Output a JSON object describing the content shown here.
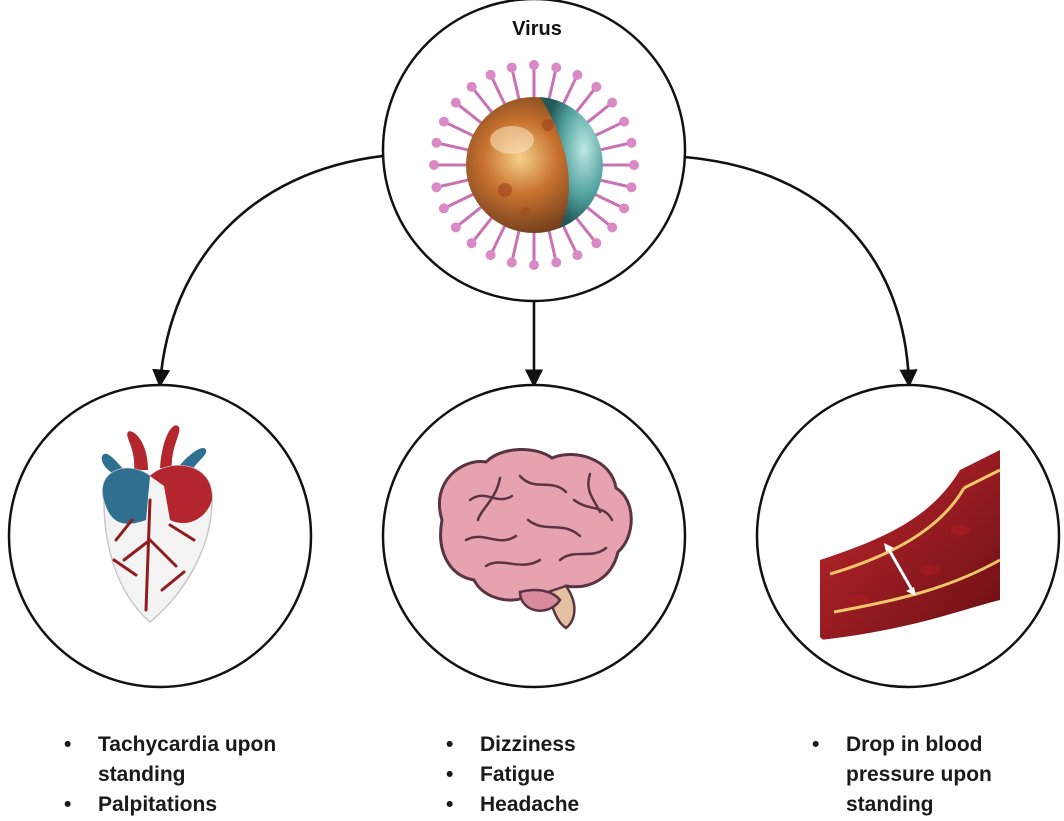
{
  "virus": {
    "title": "Virus",
    "icon": "virus-icon"
  },
  "nodes": [
    {
      "id": "heart",
      "icon": "heart-icon",
      "symptoms": [
        "Tachycardia upon standing",
        "Palpitations"
      ]
    },
    {
      "id": "brain",
      "icon": "brain-icon",
      "symptoms": [
        "Dizziness",
        "Fatigue",
        "Headache"
      ]
    },
    {
      "id": "vessel",
      "icon": "blood-vessel-icon",
      "symptoms": [
        "Drop in blood pressure upon standing"
      ]
    }
  ],
  "colors": {
    "stroke": "#111111",
    "heart_blue": "#2f6f8f",
    "heart_red": "#b3262e",
    "brain_pink": "#e7a2b0",
    "vessel_red": "#8e1a1f",
    "virus_orange": "#c8722f",
    "virus_teal": "#4fa6a6",
    "spike_pink": "#c872b4"
  }
}
